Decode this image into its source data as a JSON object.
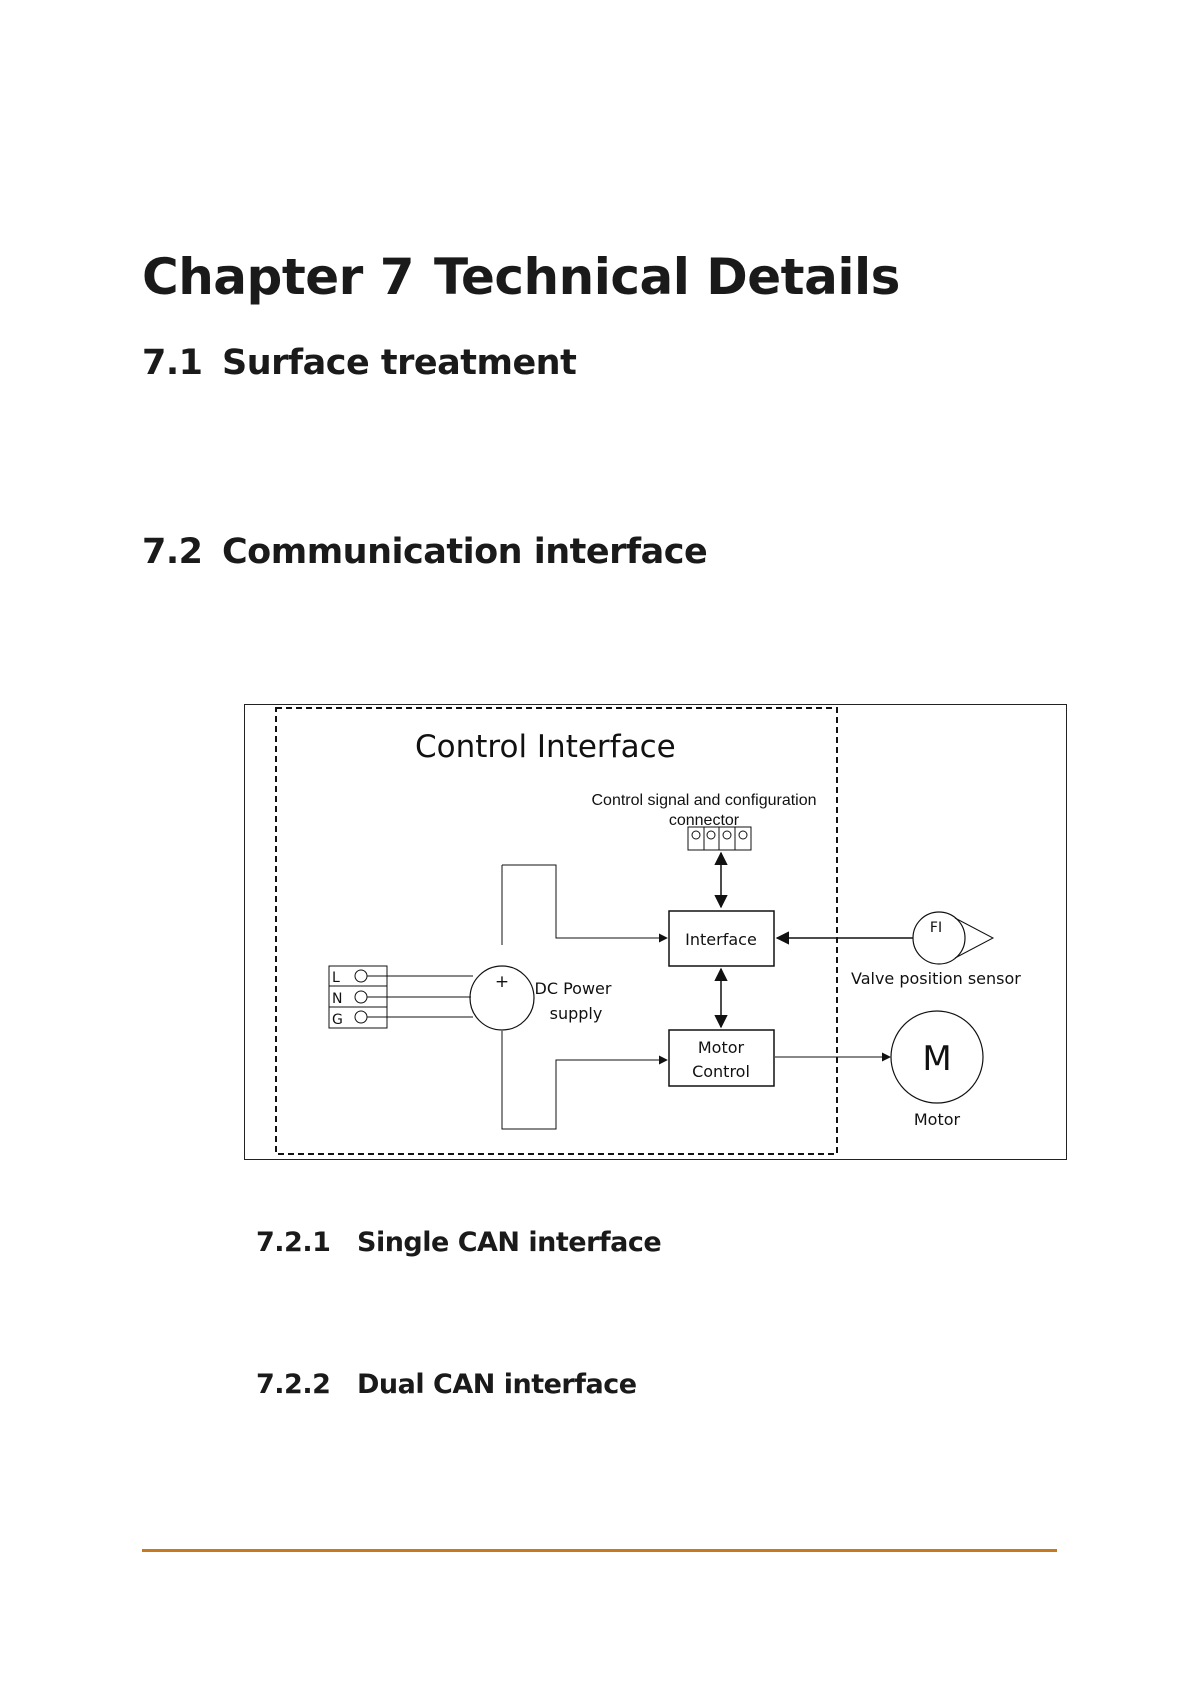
{
  "chapter": {
    "number": "Chapter 7",
    "title": "Technical Details"
  },
  "sections": [
    {
      "number": "7.1",
      "title": "Surface treatment"
    },
    {
      "number": "7.2",
      "title": "Communication interface"
    },
    {
      "number": "7.2.1",
      "title": "Single CAN interface"
    },
    {
      "number": "7.2.2",
      "title": "Dual CAN interface"
    }
  ],
  "diagram": {
    "frame_title": "Control Interface",
    "connector_label_line1": "Control signal and configuration",
    "connector_label_line2": "connector",
    "interface_block": "Interface",
    "motor_control_line1": "Motor",
    "motor_control_line2": "Control",
    "power_supply_line1": "DC Power",
    "power_supply_line2": "supply",
    "plus_sign": "+",
    "terminals": [
      "L",
      "N",
      "G"
    ],
    "sensor_symbol": "FI",
    "sensor_label": "Valve  position sensor",
    "motor_symbol": "M",
    "motor_label": "Motor"
  },
  "colors": {
    "footer_rule": "#c8781e",
    "text": "#1a1a1a"
  }
}
